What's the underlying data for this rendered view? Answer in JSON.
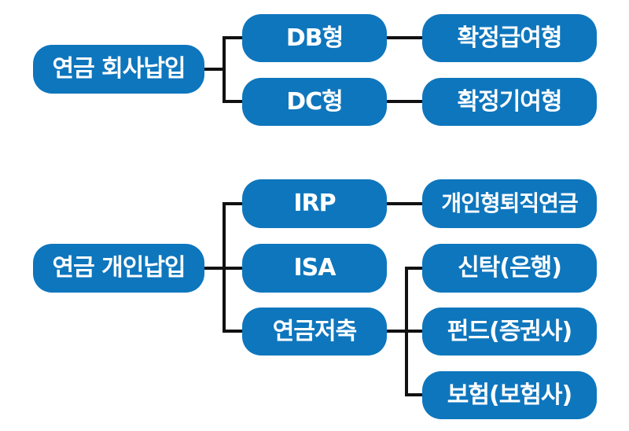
{
  "colors": {
    "background": "#ffffff",
    "node_fill": "#0e76bd",
    "node_text": "#ffffff",
    "connector": "#111111"
  },
  "diagram": {
    "type": "tree",
    "trees": [
      {
        "root": {
          "label": "연금 회사납입"
        },
        "branches": [
          {
            "node": {
              "label": "DB형"
            },
            "detail": {
              "label": "확정급여형"
            }
          },
          {
            "node": {
              "label": "DC형"
            },
            "detail": {
              "label": "확정기여형"
            }
          }
        ]
      },
      {
        "root": {
          "label": "연금 개인납입"
        },
        "branches": [
          {
            "node": {
              "label": "IRP"
            },
            "detail": {
              "label": "개인형퇴직연금"
            }
          },
          {
            "node": {
              "label": "ISA"
            }
          },
          {
            "node": {
              "label": "연금저축"
            },
            "details": [
              {
                "label": "신탁(은행)"
              },
              {
                "label": "펀드(증권사)"
              },
              {
                "label": "보험(보험사)"
              }
            ]
          }
        ]
      }
    ]
  }
}
